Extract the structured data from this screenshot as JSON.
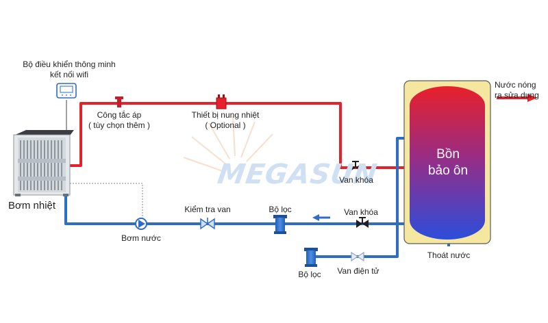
{
  "colors": {
    "hot_pipe": "#e5212c",
    "cold_pipe": "#2f6cc4",
    "tank_shell": "#f6e7a0",
    "tank_top": "#e2202c",
    "tank_bottom": "#2f4ed8"
  },
  "watermark": "MEGASUN",
  "labels": {
    "controller_line1": "Bộ điều khiển thông minh",
    "controller_line2": "kết nối wifi",
    "heat_pump": "Bơm nhiệt",
    "pressure_switch_line1": "Công tắc áp",
    "pressure_switch_line2": "( tùy chọn thêm )",
    "heater_line1": "Thiết bị nung nhiệt",
    "heater_line2": "( Optional )",
    "valve_hot": "Van khóa",
    "valve_cold": "Van khóa",
    "water_pump": "Bơm nước",
    "check_valve": "Kiểm tra van",
    "filter_main": "Bộ lọc",
    "filter_lower": "Bộ lọc",
    "solenoid_valve": "Van điện tử",
    "drain": "Thoát nước",
    "hot_out_line1": "Nước nóng",
    "hot_out_line2": "ra sửa dụng",
    "tank_line1": "Bồn",
    "tank_line2": "bảo ôn"
  }
}
